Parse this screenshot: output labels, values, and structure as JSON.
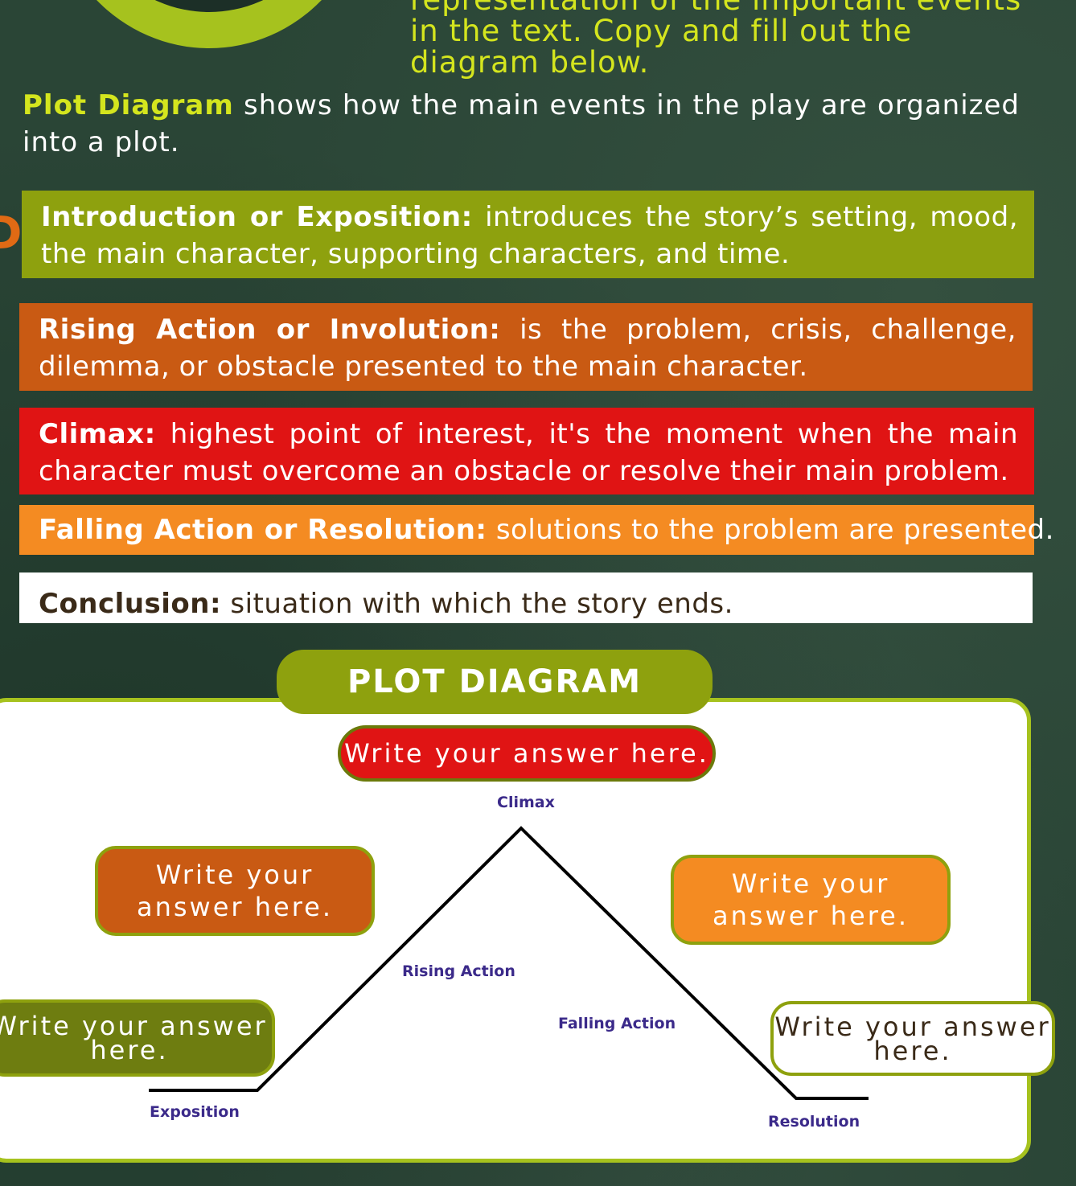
{
  "instruction": {
    "line1": "representation of the important events",
    "line2": "in the text. Copy and fill out the",
    "line3": "diagram below."
  },
  "intro": {
    "term": "Plot Diagram",
    "text": " shows how the main events in the play are organized into a plot."
  },
  "definitions": [
    {
      "term": "Introduction or Exposition:",
      "text": " introduces the story’s setting, mood, the main character, supporting characters, and time."
    },
    {
      "term": "Rising Action or Involution:",
      "text": " is the problem, crisis, challenge, dilemma, or obstacle presented to the main character."
    },
    {
      "term": "Climax:",
      "text": " highest point of interest, it's the moment when the main character must overcome an obstacle or resolve their main problem."
    },
    {
      "term": "Falling Action or Resolution:",
      "text": " solutions to the problem are presented."
    },
    {
      "term": "Conclusion:",
      "text": " situation with which the story ends."
    }
  ],
  "diagram": {
    "title": "PLOT DIAGRAM",
    "labels": {
      "climax": "Climax",
      "rising": "Rising Action",
      "falling": "Falling Action",
      "exposition": "Exposition",
      "resolution": "Resolution"
    },
    "answers": {
      "climax": "Write your answer here.",
      "rising": "Write your answer here.",
      "falling": "Write your answer here.",
      "exposition": "Write your answer here.",
      "resolution": "Write your answer here."
    }
  },
  "colors": {
    "background": "#2a4536",
    "green": "#8ea10e",
    "orange_dark": "#c95a13",
    "red": "#e01414",
    "orange": "#f48b22"
  }
}
